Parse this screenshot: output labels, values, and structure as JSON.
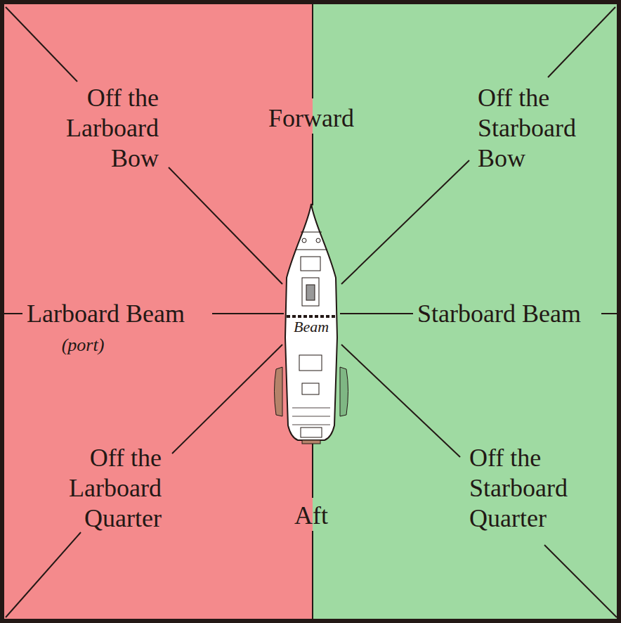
{
  "diagram": {
    "labels": [
      "Off the Larboard Bow",
      "Forward",
      "Off the Starboard Bow",
      "Larboard Beam",
      "(port)",
      "Beam",
      "Starboard Beam",
      "Off the Larboard Quarter",
      "Aft",
      "Off the Starboard Quarter"
    ]
  }
}
